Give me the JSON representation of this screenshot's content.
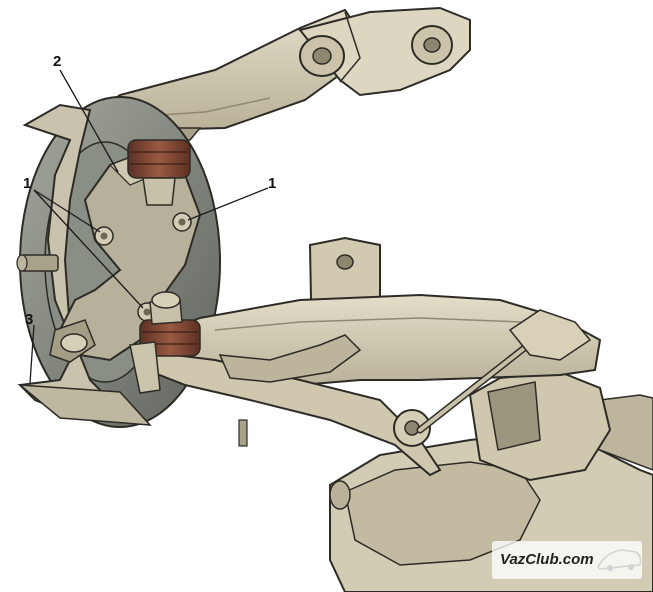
{
  "callouts": {
    "label_2": "2",
    "label_1_left": "1",
    "label_1_right": "1",
    "label_3": "3"
  },
  "watermark": {
    "text": "VazClub.com"
  },
  "colors": {
    "metal_light": "#d8d2bd",
    "metal_mid": "#c6bfa5",
    "metal_shadow": "#9d967f",
    "disc_dark": "#7b8078",
    "rubber": "#7a4634",
    "outline": "#2d2b26",
    "leader_line": "#1a1a1a"
  },
  "icons": {
    "watermark_logo": "car-silhouette-logo"
  }
}
